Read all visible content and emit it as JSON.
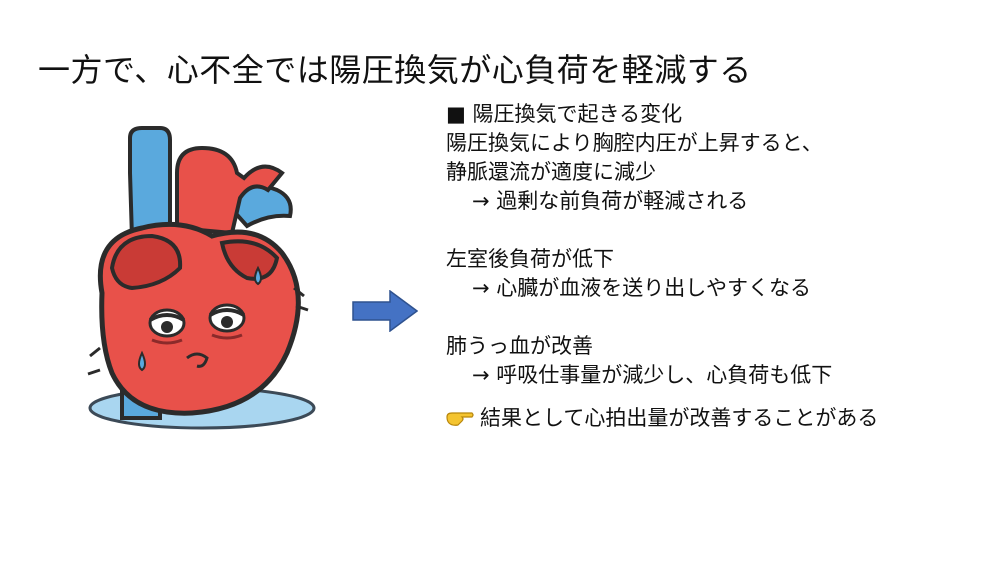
{
  "slide": {
    "title": "一方で、心不全では陽圧換気が心負荷を軽減する",
    "section_heading": "■ 陽圧換気で起きる変化",
    "blocks": [
      {
        "lines": [
          "陽圧換気により胸腔内圧が上昇すると、",
          "静脈還流が適度に減少",
          "→ 過剰な前負荷が軽減される"
        ]
      },
      {
        "lines": [
          "左室後負荷が低下",
          "→ 心臓が血液を送り出しやすくなる"
        ]
      },
      {
        "lines": [
          "肺うっ血が改善",
          "→ 呼吸仕事量が減少し、心負荷も低下"
        ]
      }
    ],
    "result_text": "結果として心拍出量が改善することがある",
    "icons": {
      "illustration": "tired-heart-illustration",
      "arrow": "right-arrow-icon",
      "result": "pointing-hand-icon"
    },
    "colors": {
      "arrow_fill": "#4472c4",
      "heart_red": "#e8514a",
      "vessel_blue": "#5aa9dd"
    }
  }
}
